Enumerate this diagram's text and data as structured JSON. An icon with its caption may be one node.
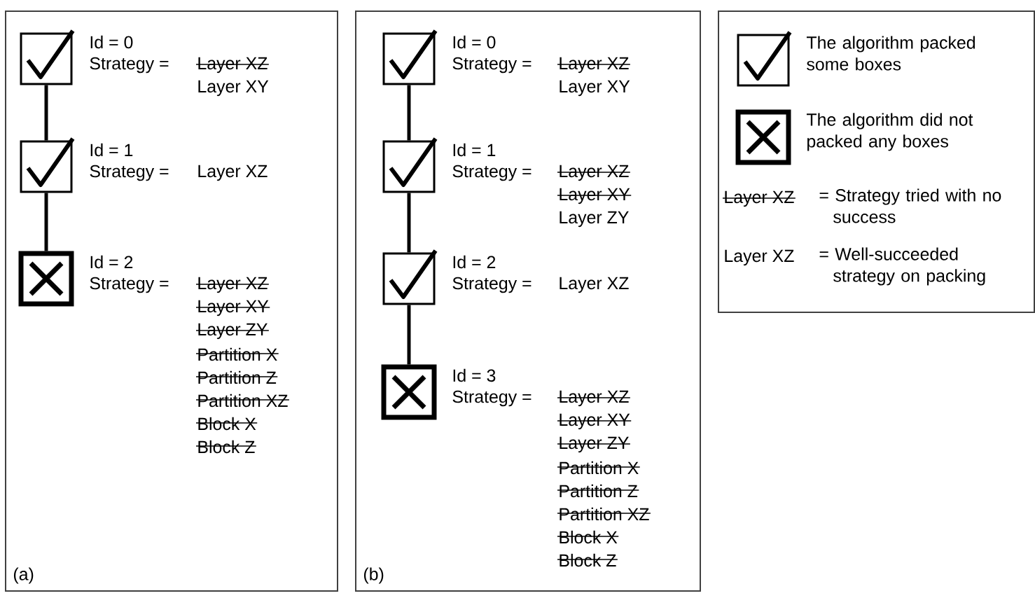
{
  "diagram": {
    "nodes": [
      {
        "text": [
          "(a)"
        ]
      },
      {
        "text": [],
        "shape": "check",
        "in": 0,
        "beside": [
          "Id = 0",
          "Strategy =",
          "Layer XZ",
          "Layer XY"
        ]
      },
      {
        "text": [],
        "shape": "check",
        "in": 0,
        "beside": [
          "Id = 1",
          "Strategy =",
          "Layer XZ"
        ]
      },
      {
        "text": [],
        "shape": "cross",
        "in": 0,
        "beside": [
          "Id = 2",
          "Strategy =",
          "Layer XZ",
          "Layer XY",
          "Layer ZY",
          "Partition X",
          "Partition Z",
          "Partition XZ",
          "Block X",
          "Block Z"
        ]
      },
      {
        "text": [
          "(b)"
        ]
      },
      {
        "text": [],
        "shape": "check",
        "in": 4,
        "beside": [
          "Id = 0",
          "Strategy =",
          "Layer XZ",
          "Layer XY"
        ]
      },
      {
        "text": [],
        "shape": "check",
        "in": 4,
        "beside": [
          "Id = 1",
          "Strategy =",
          "Layer XZ",
          "Layer XY",
          "Layer ZY"
        ]
      },
      {
        "text": [],
        "shape": "check",
        "in": 4,
        "beside": [
          "Id = 2",
          "Strategy =",
          "Layer XZ"
        ]
      },
      {
        "text": [],
        "shape": "cross",
        "in": 4,
        "beside": [
          "Id = 3",
          "Strategy =",
          "Layer XZ",
          "Layer XY",
          "Layer ZY",
          "Partition X",
          "Partition Z",
          "Partition XZ",
          "Block X",
          "Block Z"
        ]
      }
    ],
    "edges": [
      {
        "from": 1,
        "to": 2,
        "arrow": "none"
      },
      {
        "from": 2,
        "to": 3,
        "arrow": "none"
      },
      {
        "from": 5,
        "to": 6,
        "arrow": "none"
      },
      {
        "from": 6,
        "to": 7,
        "arrow": "none"
      },
      {
        "from": 7,
        "to": 8,
        "arrow": "none"
      }
    ],
    "labels": [
      "Layer XZ",
      "Layer XZ"
    ],
    "legend": [
      {
        "text": "The algorithm packed some boxes"
      },
      {
        "text": "The algorithm did not packed any boxes"
      },
      {
        "text": "= Strategy tried with no success"
      },
      {
        "text": "= Well-succeeded strategy on packing"
      }
    ]
  }
}
